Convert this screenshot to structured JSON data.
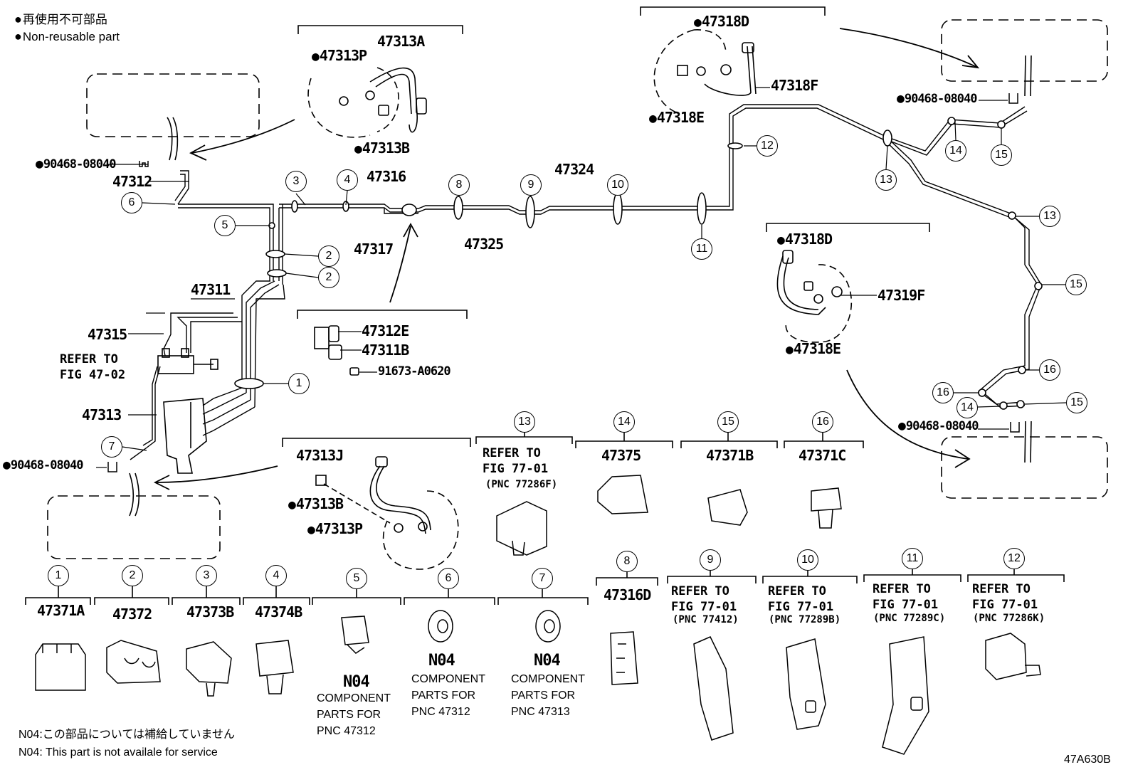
{
  "legend": {
    "jp": "再使用不可部品",
    "en": "Non-reusable part"
  },
  "footnotes": {
    "jp": "N04:この部品については補給していません",
    "en": "N04: This part is not availale for service"
  },
  "diagram_id": "47A630B",
  "callouts": {
    "p47313A": "47313A",
    "p47313P_top": "47313P",
    "p47313B_top": "47313B",
    "p90468_l": "90468-08040",
    "p47312": "47312",
    "p47316": "47316",
    "p47324": "47324",
    "p47317": "47317",
    "p47325": "47325",
    "p47311": "47311",
    "p47315": "47315",
    "refer_4702": "REFER TO\nFIG 47-02",
    "p47313": "47313",
    "p90468_bl": "90468-08040",
    "p47312E": "47312E",
    "p47311B": "47311B",
    "p91673": "91673-A0620",
    "p47313J": "47313J",
    "p47313B_bot": "47313B",
    "p47313P_bot": "47313P",
    "p47318D_top": "47318D",
    "p47318F": "47318F",
    "p47318E_top": "47318E",
    "p90468_tr": "90468-08040",
    "p47318D_mid": "47318D",
    "p47319F": "47319F",
    "p47318E_mid": "47318E",
    "p90468_br": "90468-08040"
  },
  "bubbles": {
    "b3": "3",
    "b4": "4",
    "b8": "8",
    "b9": "9",
    "b10": "10",
    "b11": "11",
    "b12": "12",
    "b6": "6",
    "b5": "5",
    "b2a": "2",
    "b2b": "2",
    "b1": "1",
    "b7": "7",
    "b13a": "13",
    "b13b": "13",
    "b14a": "14",
    "b15a": "15",
    "b15b": "15",
    "b16a": "16",
    "b16b": "16",
    "b14b": "14",
    "b15c": "15"
  },
  "parts_table": {
    "t13": {
      "num": "13",
      "text": "REFER TO\nFIG 77-01",
      "pnc": "(PNC 77286F)"
    },
    "t14": {
      "num": "14",
      "part": "47375"
    },
    "t15": {
      "num": "15",
      "part": "47371B"
    },
    "t16": {
      "num": "16",
      "part": "47371C"
    },
    "t8": {
      "num": "8",
      "part": "47316D"
    },
    "t9": {
      "num": "9",
      "text": "REFER TO\nFIG 77-01",
      "pnc": "(PNC 77412)"
    },
    "t10": {
      "num": "10",
      "text": "REFER TO\nFIG 77-01",
      "pnc": "(PNC 77289B)"
    },
    "t11": {
      "num": "11",
      "text": "REFER TO\nFIG 77-01",
      "pnc": "(PNC 77289C)"
    },
    "t12": {
      "num": "12",
      "text": "REFER TO\nFIG 77-01",
      "pnc": "(PNC 77286K)"
    },
    "t1": {
      "num": "1",
      "part": "47371A"
    },
    "t2": {
      "num": "2",
      "part": "47372"
    },
    "t3": {
      "num": "3",
      "part": "47373B"
    },
    "t4": {
      "num": "4",
      "part": "47374B"
    },
    "t5": {
      "num": "5",
      "code": "N04",
      "note": "COMPONENT\nPARTS FOR\nPNC 47312"
    },
    "t6": {
      "num": "6",
      "code": "N04",
      "note": "COMPONENT\nPARTS FOR\nPNC 47312"
    },
    "t7": {
      "num": "7",
      "code": "N04",
      "note": "COMPONENT\nPARTS FOR\nPNC 47313"
    }
  }
}
